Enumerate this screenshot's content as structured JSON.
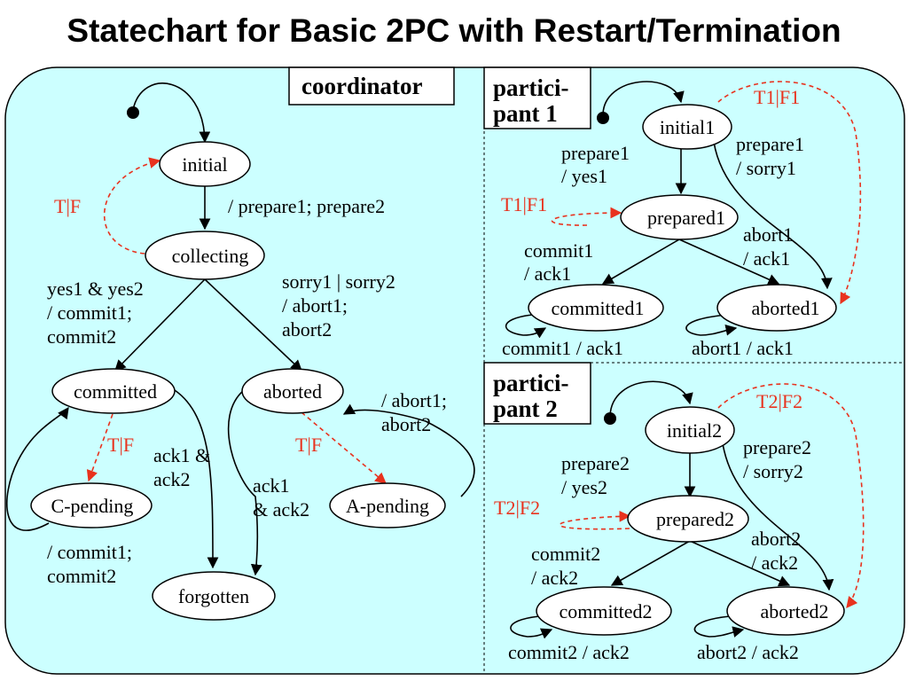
{
  "title": "Statechart for Basic 2PC with Restart/Termination",
  "coordinator": {
    "box_label": "coordinator",
    "states": {
      "initial": "initial",
      "collecting": "collecting",
      "committed": "committed",
      "aborted": "aborted",
      "c_pending": "C-pending",
      "a_pending": "A-pending",
      "forgotten": "forgotten"
    },
    "labels": {
      "tf_left": "T|F",
      "prepare": "/ prepare1; prepare2",
      "yes_1": "yes1 & yes2",
      "yes_2": "/ commit1;",
      "yes_3": "commit2",
      "sorry_1": "sorry1 | sorry2",
      "sorry_2": "/ abort1;",
      "sorry_3": "abort2",
      "abort_1": "/ abort1;",
      "abort_2": "abort2",
      "tf_committed": "T|F",
      "tf_aborted": "T|F",
      "ackc_1": "ack1 &",
      "ackc_2": "ack2",
      "acka_1": "ack1",
      "acka_2": "& ack2",
      "cp_1": "/ commit1;",
      "cp_2": "commit2"
    }
  },
  "participant1": {
    "box_line1": "partici-",
    "box_line2": "pant 1",
    "states": {
      "initial": "initial1",
      "prepared": "prepared1",
      "committed": "committed1",
      "aborted": "aborted1"
    },
    "labels": {
      "tf_top": "T1|F1",
      "tf_mid": "T1|F1",
      "prep_yes_1": "prepare1",
      "prep_yes_2": "/ yes1",
      "prep_sorry_1": "prepare1",
      "prep_sorry_2": "/ sorry1",
      "abort_1": "abort1",
      "abort_2": "/ ack1",
      "commit_1": "commit1",
      "commit_2": "/ ack1",
      "commit_loop": "commit1 / ack1",
      "abort_loop": "abort1 / ack1"
    }
  },
  "participant2": {
    "box_line1": "partici-",
    "box_line2": "pant 2",
    "states": {
      "initial": "initial2",
      "prepared": "prepared2",
      "committed": "committed2",
      "aborted": "aborted2"
    },
    "labels": {
      "tf_top": "T2|F2",
      "tf_mid": "T2|F2",
      "prep_yes_1": "prepare2",
      "prep_yes_2": "/ yes2",
      "prep_sorry_1": "prepare2",
      "prep_sorry_2": "/ sorry2",
      "abort_1": "abort2",
      "abort_2": "/ ack2",
      "commit_1": "commit2",
      "commit_2": "/ ack2",
      "commit_loop": "commit2 / ack2",
      "abort_loop": "abort2 / ack2"
    }
  },
  "colors": {
    "region_fill": "#ccffff",
    "guard_red": "#e8321e"
  }
}
